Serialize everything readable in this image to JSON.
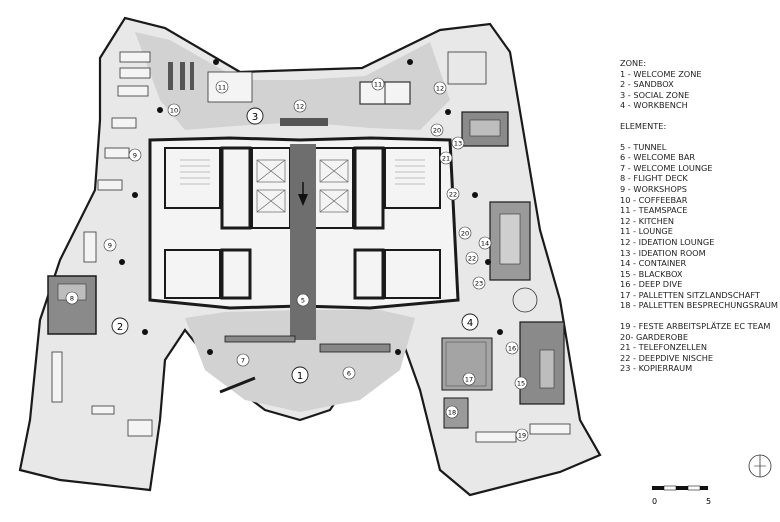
{
  "legend": {
    "zone_heading": "ZONE:",
    "zones": [
      "1 - WELCOME ZONE",
      "2 - SANDBOX",
      "3 - SOCIAL ZONE",
      "4 - WORKBENCH"
    ],
    "elements_heading": "ELEMENTE:",
    "elements": [
      "5 - TUNNEL",
      "6 - WELCOME BAR",
      "7 - WELCOME LOUNGE",
      "8 - FLIGHT DECK",
      "9 - WORKSHOPS",
      "10 - COFFEEBAR",
      "11 - TEAMSPACE",
      "12 - KITCHEN",
      "11 - LOUNGE",
      "12 - IDEATION LOUNGE",
      "13 - IDEATION ROOM",
      "14 - CONTAINER",
      "15 - BLACKBOX",
      "16 - DEEP DIVE",
      "17 - PALLETTEN SITZLANDSCHAFT",
      "18 - PALLETTEN BESPRECHUNGSRAUM"
    ],
    "elements2": [
      "19 - FESTE ARBEITSPLÄTZE EC TEAM",
      "20- GARDEROBE",
      "21 - TELEFONZELLEN",
      "22 - DEEPDIVE NISCHE",
      "23 - KOPIERRAUM"
    ]
  },
  "scale": {
    "start": "0",
    "end": "5"
  },
  "zone_markers": [
    "1",
    "2",
    "3",
    "4"
  ],
  "element_markers": [
    "5",
    "6",
    "7",
    "8",
    "9",
    "9",
    "10",
    "11",
    "11",
    "12",
    "12",
    "13",
    "14",
    "15",
    "16",
    "17",
    "18",
    "19",
    "20",
    "20",
    "21",
    "22",
    "22",
    "23"
  ],
  "colors": {
    "floor": "#e6e6e6",
    "zone_gray": "#cfcfcf",
    "tunnel": "#6e6e6e",
    "wall": "#1a1a1a",
    "dark_room": "#8a8a8a"
  }
}
